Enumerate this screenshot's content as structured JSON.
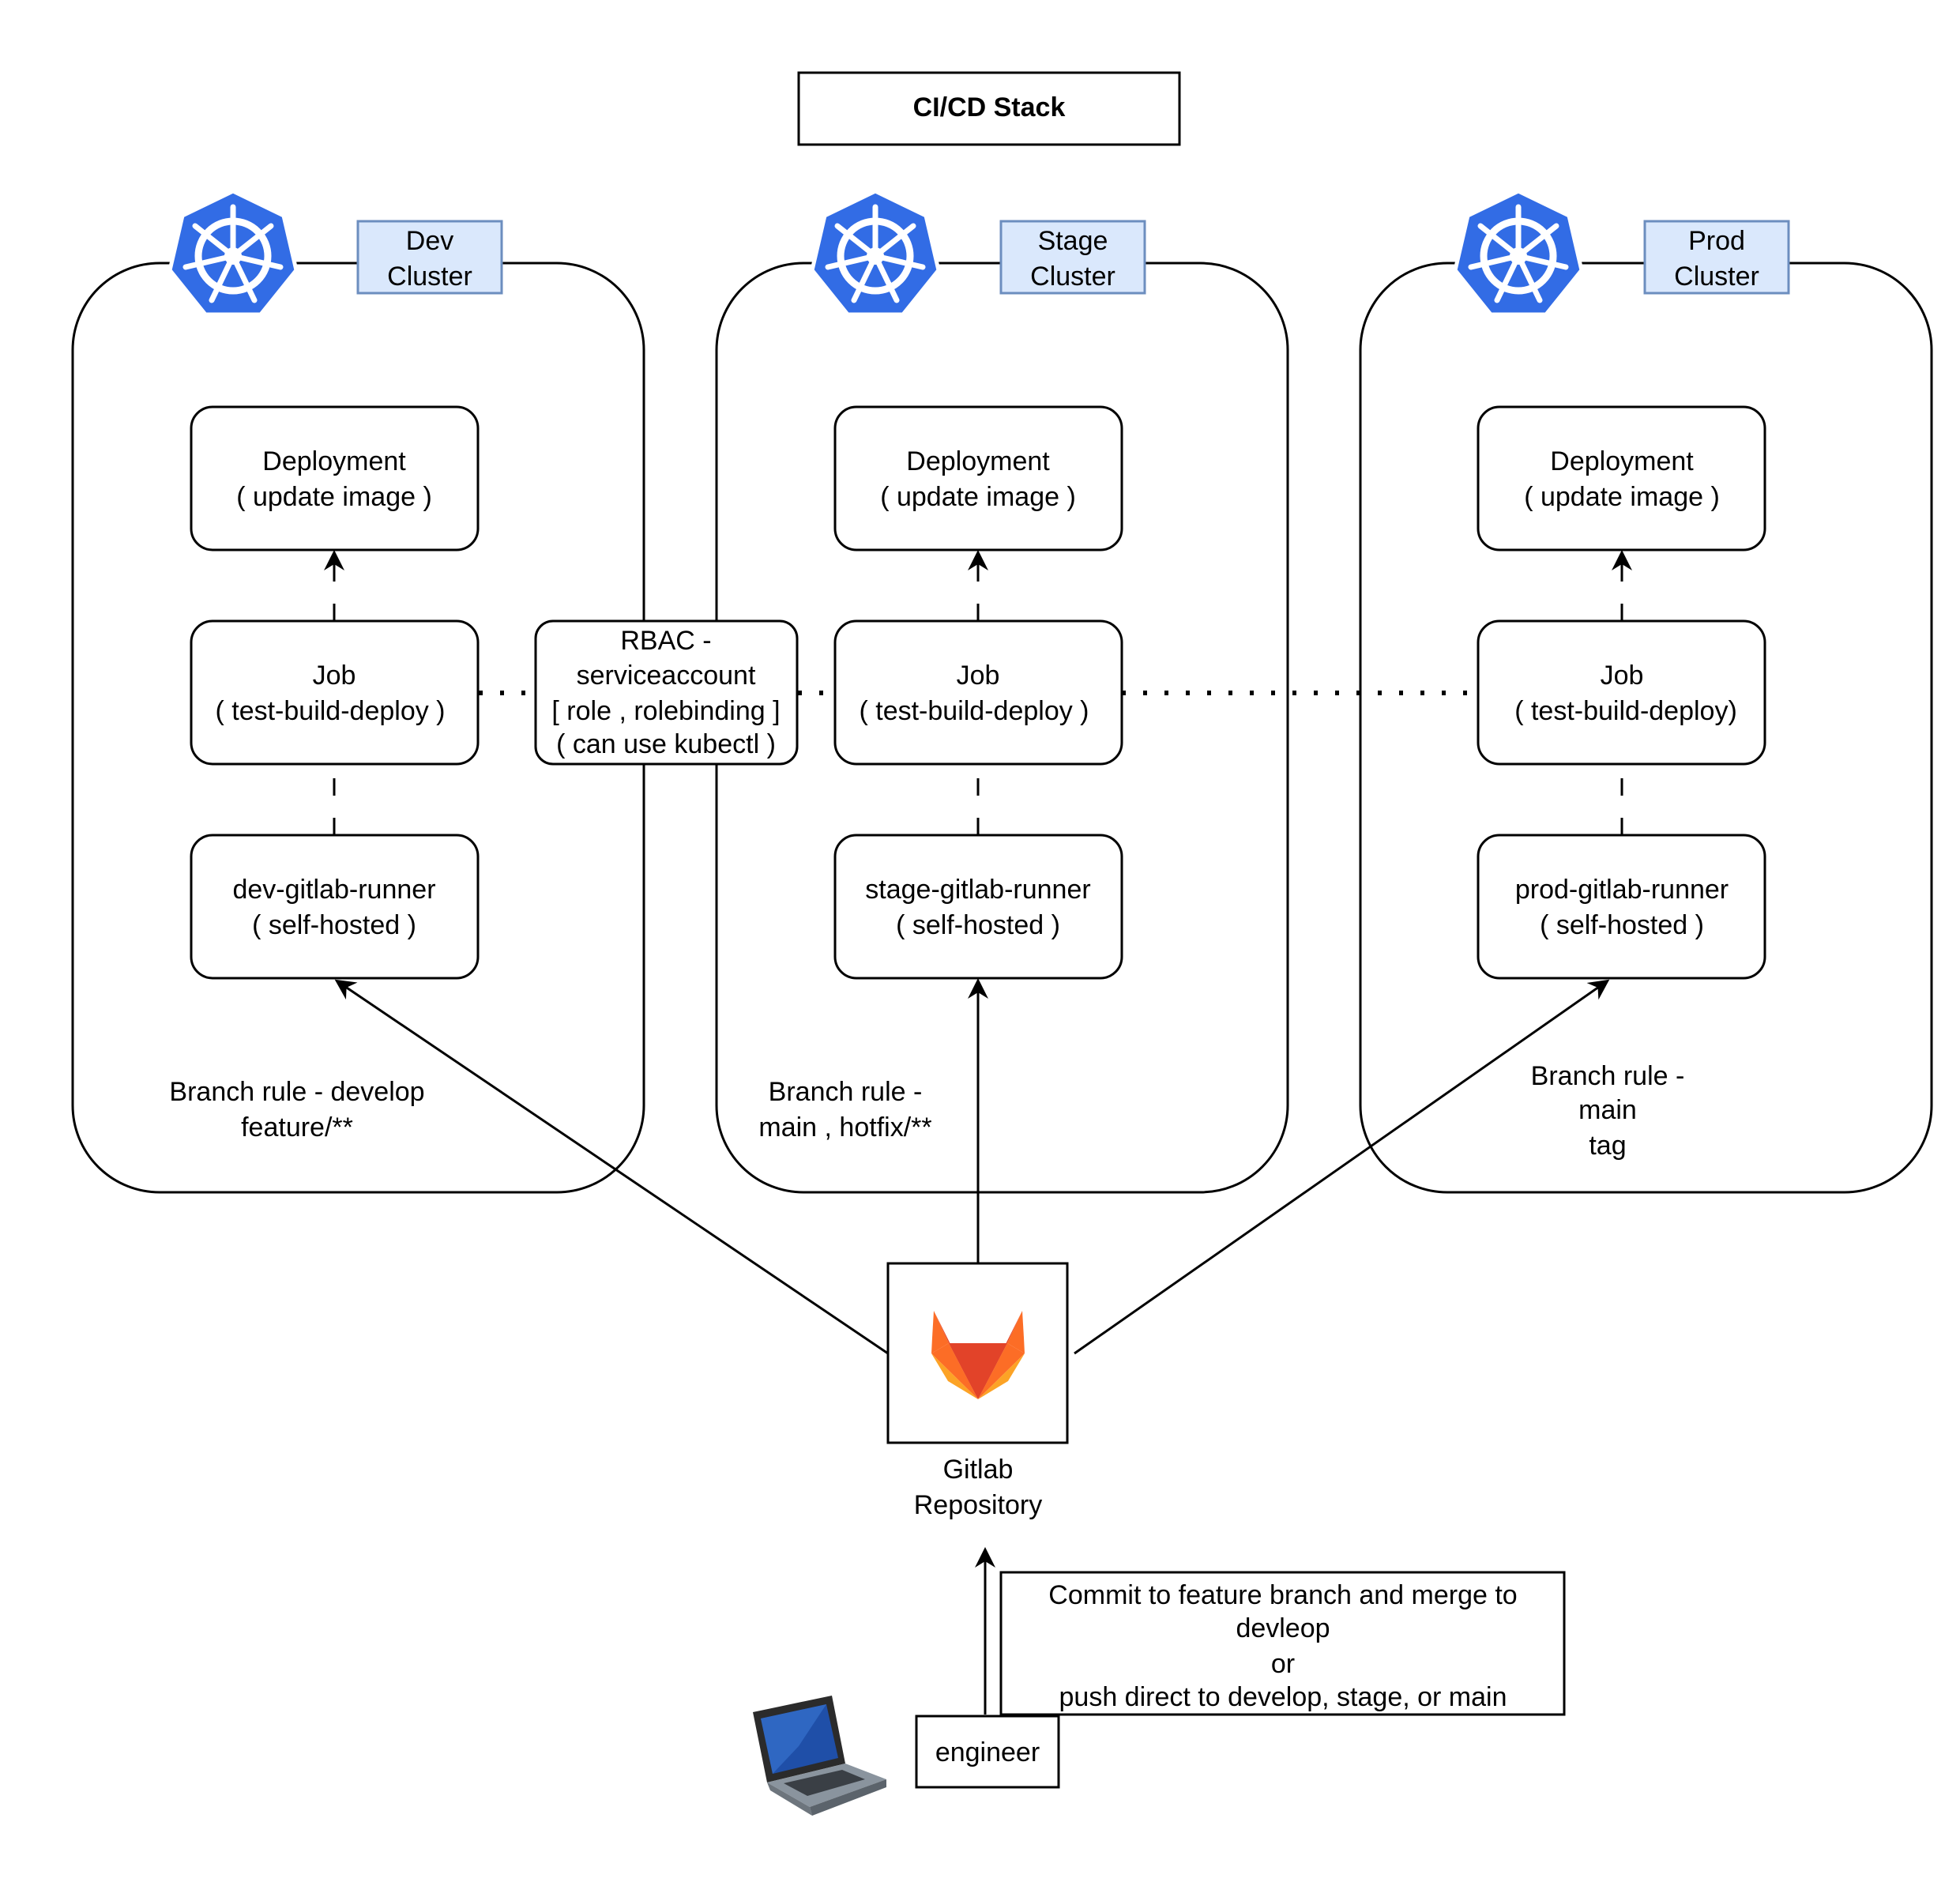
{
  "title": "CI/CD Stack",
  "colors": {
    "k8s_blue": "#326CE5",
    "label_fill": "#DAE8FC",
    "label_stroke": "#6C8EBF",
    "gitlab_red": "#E24329",
    "gitlab_orange": "#FC6D26",
    "gitlab_yellow": "#FCA326"
  },
  "clusters": [
    {
      "id": "dev",
      "label_line1": "Dev",
      "label_line2": "Cluster",
      "icon": "kubernetes-icon",
      "deployment": {
        "line1": "Deployment",
        "line2": "( update image )"
      },
      "job": {
        "line1": "Job",
        "line2": "( test-build-deploy )"
      },
      "runner": {
        "line1": "dev-gitlab-runner",
        "line2": "( self-hosted )"
      },
      "branch_rule": {
        "line1": "Branch rule - develop",
        "line2": "feature/**"
      }
    },
    {
      "id": "stage",
      "label_line1": "Stage",
      "label_line2": "Cluster",
      "icon": "kubernetes-icon",
      "deployment": {
        "line1": "Deployment",
        "line2": "( update image )"
      },
      "job": {
        "line1": "Job",
        "line2": "( test-build-deploy )"
      },
      "runner": {
        "line1": "stage-gitlab-runner",
        "line2": "( self-hosted )"
      },
      "branch_rule": {
        "line1": "Branch rule -",
        "line2": "main , hotfix/**"
      }
    },
    {
      "id": "prod",
      "label_line1": "Prod",
      "label_line2": "Cluster",
      "icon": "kubernetes-icon",
      "deployment": {
        "line1": "Deployment",
        "line2": "( update image )"
      },
      "job": {
        "line1": "Job",
        "line2": "( test-build-deploy)"
      },
      "runner": {
        "line1": "prod-gitlab-runner",
        "line2": "( self-hosted )"
      },
      "branch_rule": {
        "line1": "Branch rule -",
        "line2": "main",
        "line3": "tag"
      }
    }
  ],
  "rbac": {
    "line1": "RBAC -",
    "line2": "serviceaccount",
    "line3": "[ role , rolebinding ]",
    "line4": "( can use kubectl )"
  },
  "gitlab": {
    "icon": "gitlab-icon",
    "label_line1": "Gitlab",
    "label_line2": "Repository"
  },
  "engineer": {
    "label": "engineer",
    "icon": "laptop-icon"
  },
  "commit_note": {
    "line1": "Commit to feature branch and merge to",
    "line2": "devleop",
    "line3": "or",
    "line4": "push direct to develop, stage, or main"
  }
}
